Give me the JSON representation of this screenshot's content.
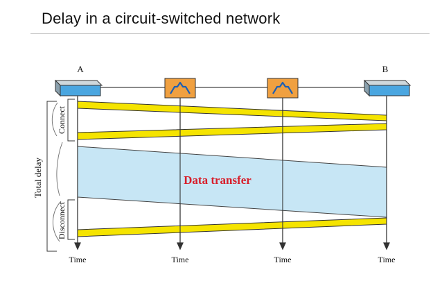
{
  "slide": {
    "title": "Delay in a circuit-switched network"
  },
  "nodes": {
    "a_label": "A",
    "b_label": "B"
  },
  "phases": {
    "connect": "Connect",
    "disconnect": "Disconnect",
    "total_delay": "Total delay"
  },
  "data_transfer": {
    "label": "Data transfer"
  },
  "time_labels": [
    "Time",
    "Time",
    "Time",
    "Time"
  ],
  "colors": {
    "band_yellow": "#f5e400",
    "data_blue": "#c7e6f5",
    "label_red": "#d81e2a",
    "switch_orange": "#f0a040",
    "node_blue": "#4aa6e0"
  }
}
